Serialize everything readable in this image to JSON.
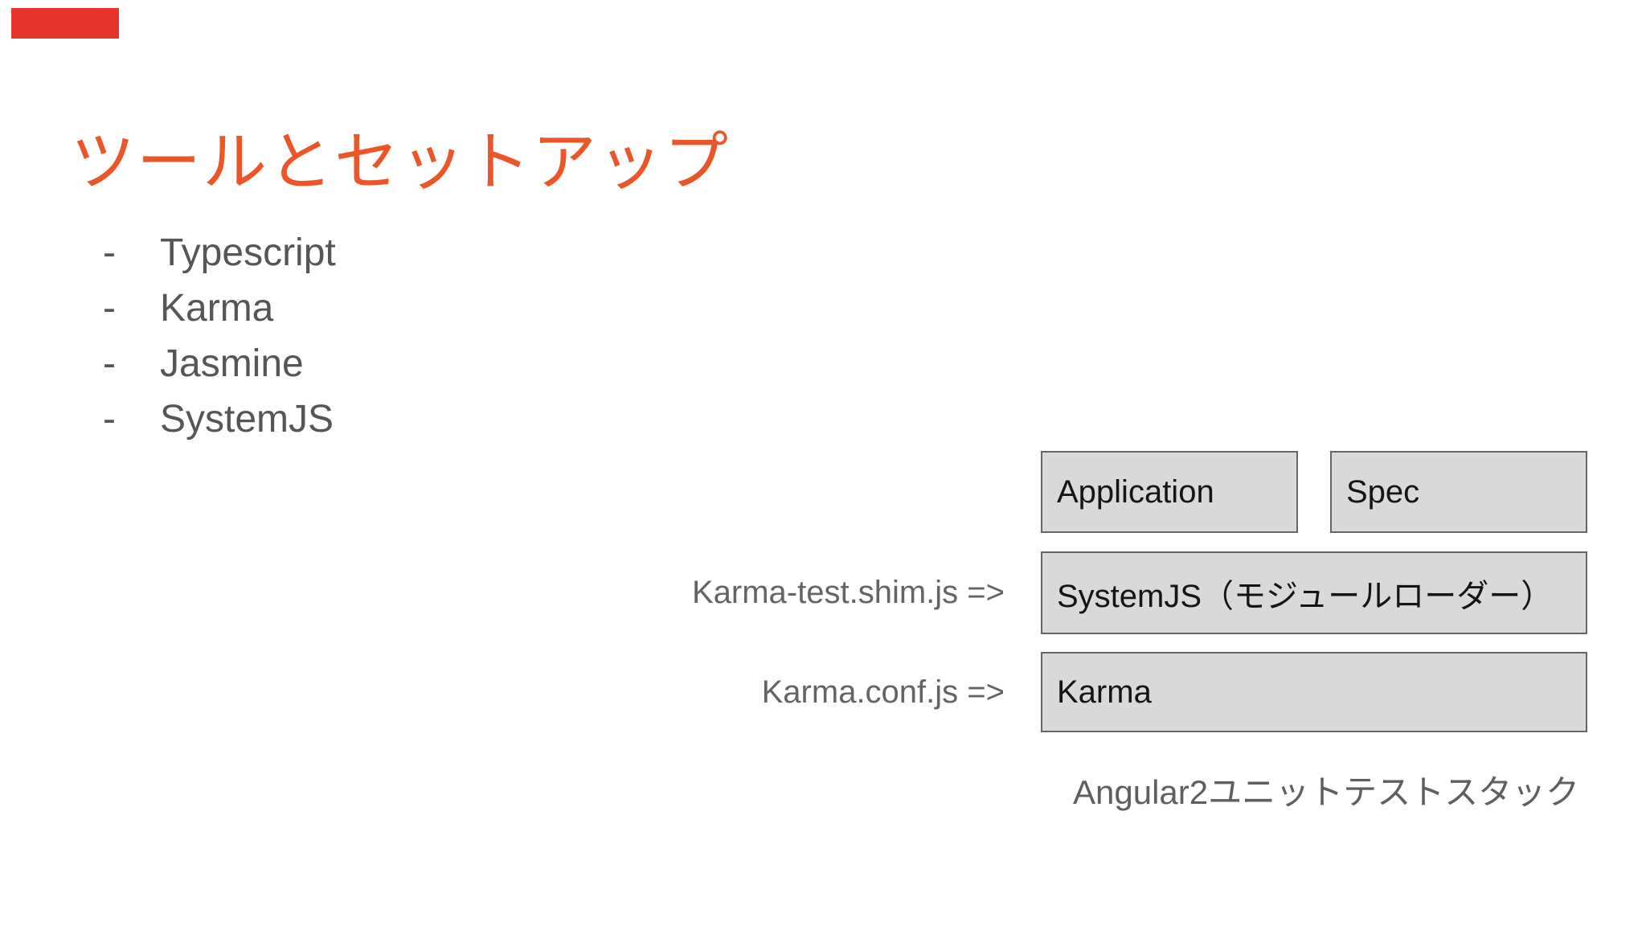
{
  "slide": {
    "title": "ツールとセットアップ",
    "bullet_dash": "-",
    "bullets": [
      "Typescript",
      "Karma",
      "Jasmine",
      "SystemJS"
    ],
    "diagram": {
      "boxes": {
        "application": "Application",
        "spec": "Spec",
        "systemjs": "SystemJS（モジュールローダー）",
        "karma": "Karma"
      },
      "labels": {
        "shim": "Karma-test.shim.js =>",
        "conf": "Karma.conf.js =>"
      },
      "caption": "Angular2ユニットテストスタック"
    },
    "colors": {
      "title_orange": "#EB5528",
      "accent_bar_red": "#E5332D",
      "box_fill": "#D9D9D9",
      "box_border": "#666666",
      "box_text": "#151515",
      "bullet_gray": "#565656",
      "label_gray": "#646464",
      "caption_gray": "#5F5F5F"
    }
  }
}
